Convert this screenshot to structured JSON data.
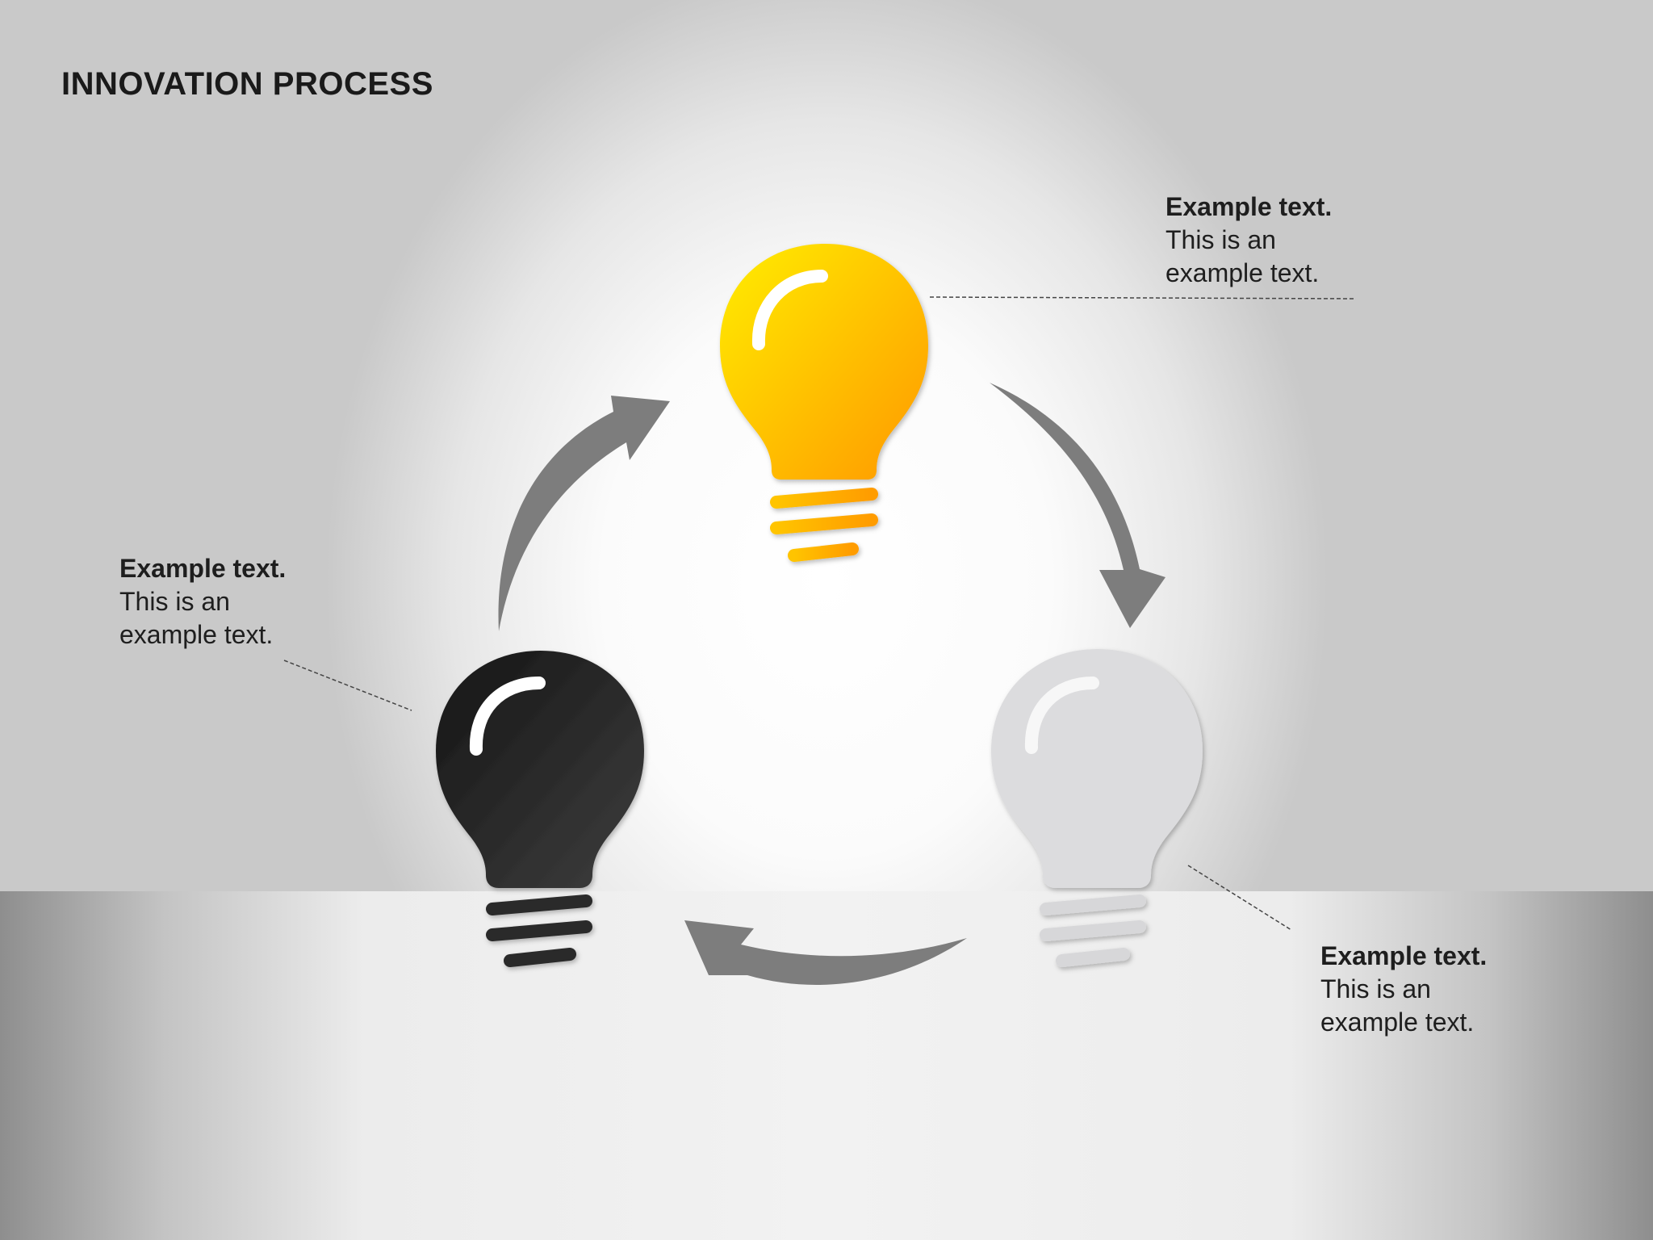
{
  "title": "INNOVATION PROCESS",
  "captions": [
    {
      "heading": "Example text.",
      "body_line1": "This is an",
      "body_line2": "example text."
    },
    {
      "heading": "Example text.",
      "body_line1": "This is an",
      "body_line2": "example text."
    },
    {
      "heading": "Example text.",
      "body_line1": "This is an",
      "body_line2": "example text."
    }
  ],
  "colors": {
    "lit_bulb_light": "#ffe100",
    "lit_bulb_dark": "#ff9c00",
    "dark_bulb": "#2b2b2b",
    "pale_bulb": "#dadada",
    "arrow": "#7f7f7f"
  },
  "icons": [
    "lightbulb-icon",
    "arrow-icon"
  ]
}
